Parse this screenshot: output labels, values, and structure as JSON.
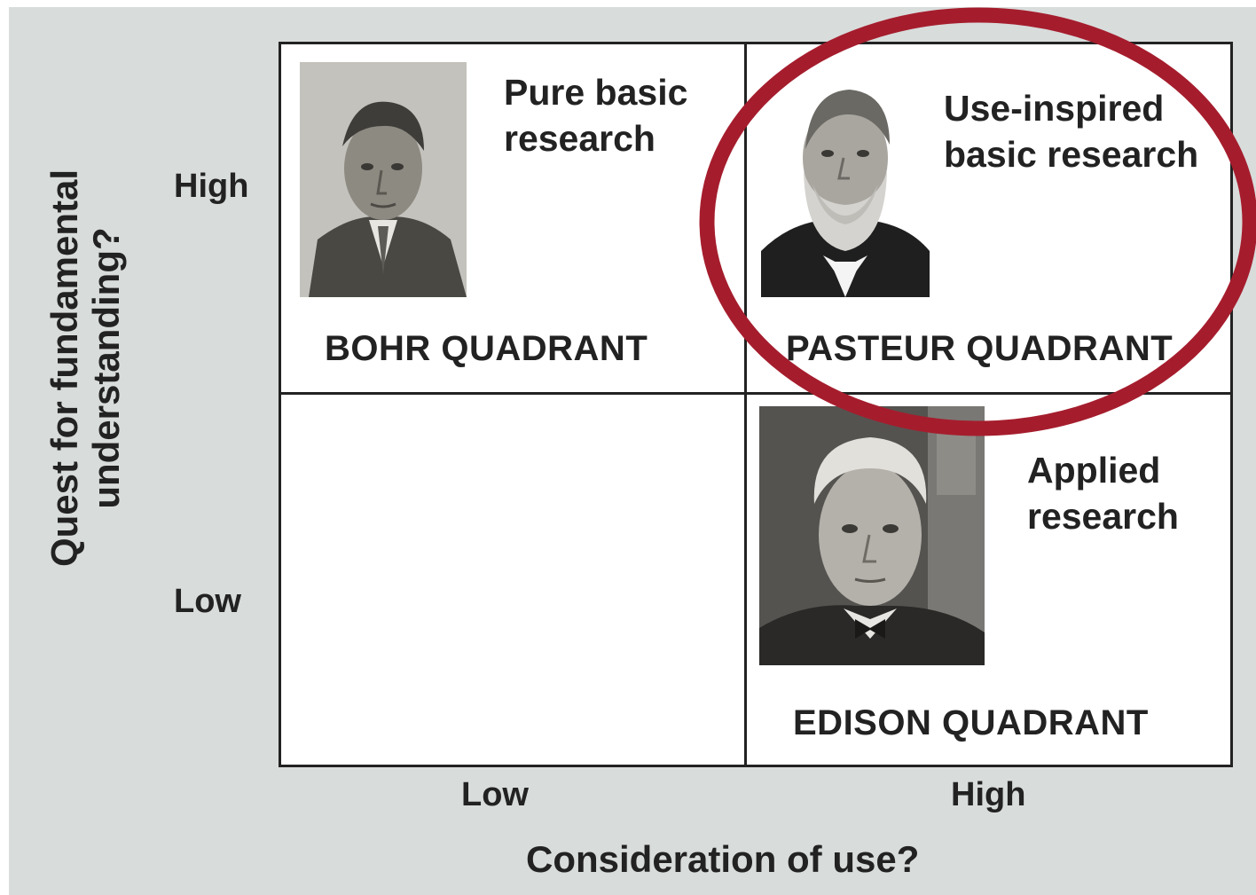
{
  "y_axis": {
    "title_line1": "Quest for fundamental",
    "title_line2": "understanding?",
    "tick_high": "High",
    "tick_low": "Low"
  },
  "x_axis": {
    "title": "Consideration of use?",
    "tick_low": "Low",
    "tick_high": "High"
  },
  "quadrants": {
    "bohr": {
      "title_line1": "Pure basic",
      "title_line2": "research",
      "label": "BOHR  QUADRANT"
    },
    "pasteur": {
      "title_line1": "Use-inspired",
      "title_line2": "basic research",
      "label": "PASTEUR  QUADRANT"
    },
    "edison": {
      "title_line1": "Applied",
      "title_line2": "research",
      "label": "EDISON  QUADRANT"
    }
  },
  "colors": {
    "background": "#d8dcdb",
    "grid_line": "#222222",
    "highlight_ring": "#a51d2d",
    "text": "#222222"
  }
}
